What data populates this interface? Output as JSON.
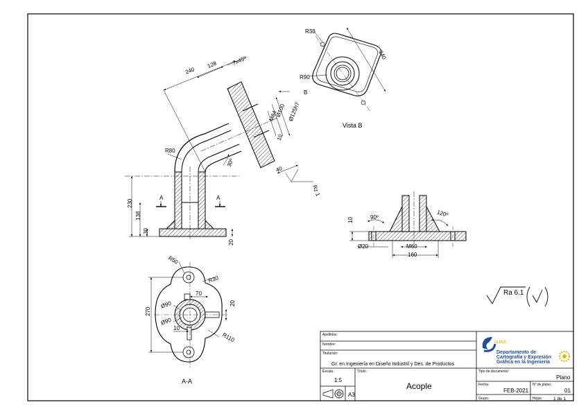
{
  "drawing": {
    "views": {
      "vista_b": "Vista B",
      "section": "A-A",
      "view_arrow": "B",
      "section_mark": "A"
    },
    "dimensions": {
      "d240": "240",
      "d128": "128",
      "chamfer": "7x45º",
      "dia125": "Ø125h7",
      "dia100": "Ø100",
      "m64": "M64",
      "d10": "10",
      "d40": "40",
      "r80": "R80",
      "a30": "30º",
      "d230": "230",
      "d138": "138",
      "d30": "30",
      "d20": "20",
      "r30": "R30",
      "r90": "R90",
      "b240": "240",
      "s10": "10",
      "a90": "90º",
      "a120": "120º",
      "dia20": "Ø20",
      "m60": "M60",
      "d160": "160",
      "r50": "R50",
      "r30b": "R30",
      "d70": "70",
      "d270": "270",
      "dia90a": "Ø90",
      "dia90b": "Ø90",
      "d20b": "20",
      "d10b": "10",
      "r110": "R110"
    },
    "roughness": {
      "main": "Ra 6.1",
      "local": "Rz 1"
    }
  },
  "title_block": {
    "apellidos_label": "Apellidos:",
    "nombre_label": "Nombre:",
    "titulacion_label": "Titulación:",
    "titulacion_value": "Gr. en Ingeniería en Diseño Industril y Des. de Productos",
    "escala_label": "Escala:",
    "escala_value": "1:5",
    "titulo_label": "Título:",
    "titulo_value": "Acople",
    "format": "A3",
    "org_abbr": "ULPGC",
    "org_line1": "Departamento de",
    "org_line2": "Cartografía y Expresión",
    "org_line3": "Gráfica en la Ingeniería",
    "tipo_label": "Tipo de documento:",
    "tipo_value": "Plano",
    "fecha_label": "Fecha:",
    "fecha_value": "FEB-2021",
    "plano_label": "Nº de plano:",
    "plano_value": "01",
    "grupo_label": "Grupo:",
    "hojas_label": "Hojas:",
    "hojas_value": "1 de 1"
  },
  "colors": {
    "line": "#000000",
    "hatch": "#000000",
    "logo_blue": "#1f4e9c",
    "logo_yellow": "#e8b400"
  }
}
